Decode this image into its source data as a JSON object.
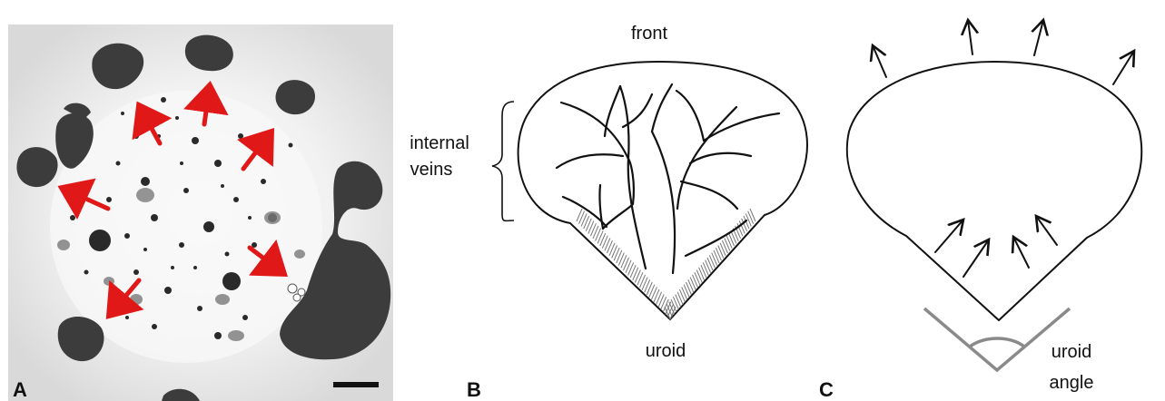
{
  "panels": {
    "a": {
      "letter": "A"
    },
    "b": {
      "letter": "B",
      "front_label": "front",
      "internal_label_line1": "internal",
      "internal_label_line2": "veins",
      "uroid_label": "uroid"
    },
    "c": {
      "letter": "C",
      "uroid_angle_line1": "uroid",
      "uroid_angle_line2": "angle"
    }
  },
  "colors": {
    "arrow_red": "#e01818",
    "ink": "#111111",
    "angle_gray": "#8a8a8a",
    "photo_bg": "#e4e4e4",
    "lobe": "#3c3c3c"
  }
}
